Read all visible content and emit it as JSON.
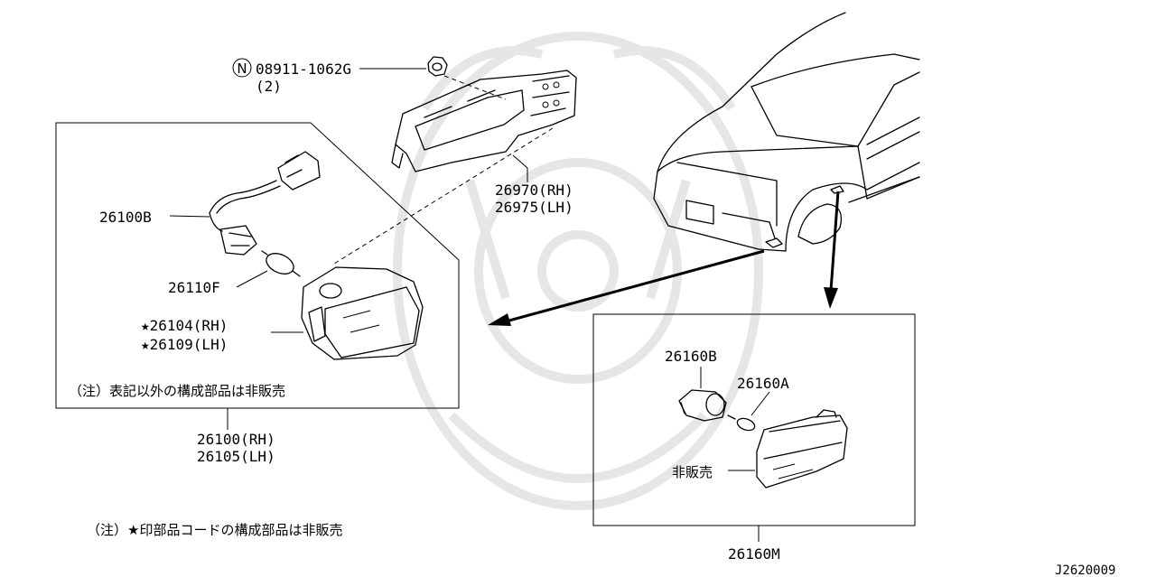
{
  "labels": {
    "nut_code": "08911-1062G",
    "nut_qty": "(2)",
    "nut_symbol": "N",
    "bracket_rh": "26970(RH)",
    "bracket_lh": "26975(LH)",
    "harness": "26100B",
    "bulb": "26110F",
    "lens_rh": "★26104(RH)",
    "lens_lh": "★26109(LH)",
    "box_note": "（注）表記以外の構成部品は非販売",
    "assy_rh": "26100(RH)",
    "assy_lh": "26105(LH)",
    "footer_note": "（注）★印部品コードの構成部品は非販売",
    "side_socket": "26160B",
    "side_bulb": "26160A",
    "side_not_sold": "非販売",
    "side_assy": "26160M",
    "diagram_code": "J2620009"
  },
  "icons": {
    "watermark": "samurai-helmet-watermark",
    "car": "car-front-view-illustration"
  },
  "colors": {
    "line": "#000000",
    "watermark": "#e6e6e6",
    "background": "#ffffff"
  }
}
